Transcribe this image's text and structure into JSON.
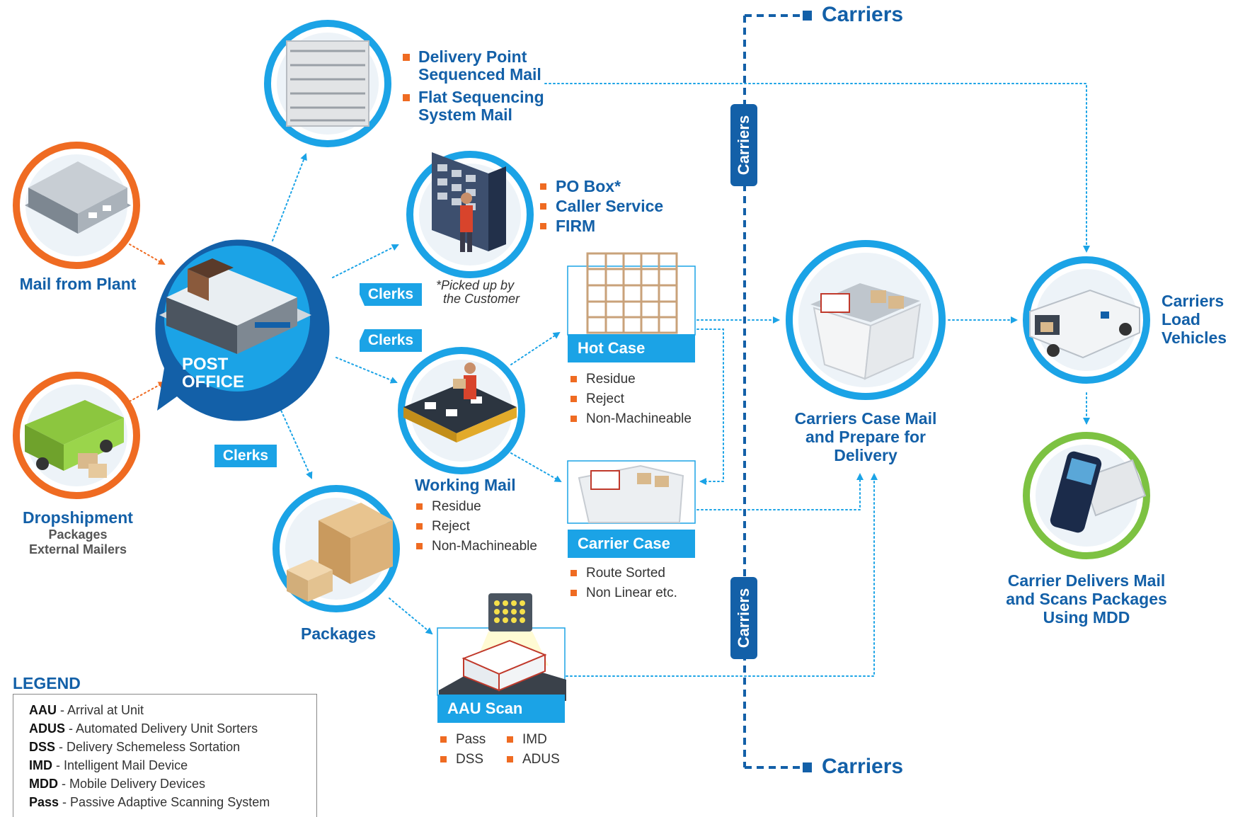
{
  "nodes": {
    "mail_from_plant": "Mail from Plant",
    "dropshipment": {
      "title": "Dropshipment",
      "line1": "Packages",
      "line2": "External Mailers"
    },
    "post_office": {
      "line1": "POST",
      "line2": "OFFICE"
    },
    "dps_items": [
      "Delivery Point Sequenced Mail",
      "Flat Sequencing System Mail"
    ],
    "dps_lines": [
      "Delivery Point",
      "Sequenced Mail",
      "Flat Sequencing",
      "System Mail"
    ],
    "po_box_items": [
      "PO Box*",
      "Caller Service",
      "FIRM"
    ],
    "po_box_note": {
      "line1": "*Picked up by",
      "line2": "the Customer"
    },
    "clerks": [
      "Clerks",
      "Clerks",
      "Clerks"
    ],
    "working_mail": {
      "title": "Working Mail",
      "items": [
        "Residue",
        "Reject",
        "Non-Machineable"
      ]
    },
    "hot_case": {
      "title": "Hot Case",
      "items": [
        "Residue",
        "Reject",
        "Non-Machineable"
      ]
    },
    "carrier_case": {
      "title": "Carrier Case",
      "items": [
        "Route Sorted",
        "Non Linear etc."
      ]
    },
    "packages": "Packages",
    "aau_scan": {
      "title": "AAU Scan",
      "col1": [
        "Pass",
        "DSS"
      ],
      "col2": [
        "IMD",
        "ADUS"
      ]
    },
    "carriers_case_mail": [
      "Carriers Case Mail",
      "and Prepare for",
      "Delivery"
    ],
    "carriers_load": [
      "Carriers",
      "Load",
      "Vehicles"
    ],
    "carrier_delivers": [
      "Carrier Delivers Mail",
      "and Scans Packages",
      "Using MDD"
    ],
    "carriers_top": "Carriers",
    "carriers_bottom": "Carriers",
    "carriers_vertical": [
      "Carriers",
      "Carriers"
    ]
  },
  "legend": {
    "title": "LEGEND",
    "entries": [
      {
        "abbr": "AAU",
        "desc": "Arrival at Unit"
      },
      {
        "abbr": "ADUS",
        "desc": "Automated Delivery Unit Sorters"
      },
      {
        "abbr": "DSS",
        "desc": "Delivery Schemeless Sortation"
      },
      {
        "abbr": "IMD",
        "desc": "Intelligent Mail Device"
      },
      {
        "abbr": "MDD",
        "desc": "Mobile Delivery Devices"
      },
      {
        "abbr": "Pass",
        "desc": "Passive Adaptive Scanning System"
      }
    ]
  },
  "colors": {
    "accent_blue": "#1ba3e6",
    "dark_blue": "#1360a8",
    "orange": "#ef6b22",
    "green": "#7dc242"
  }
}
